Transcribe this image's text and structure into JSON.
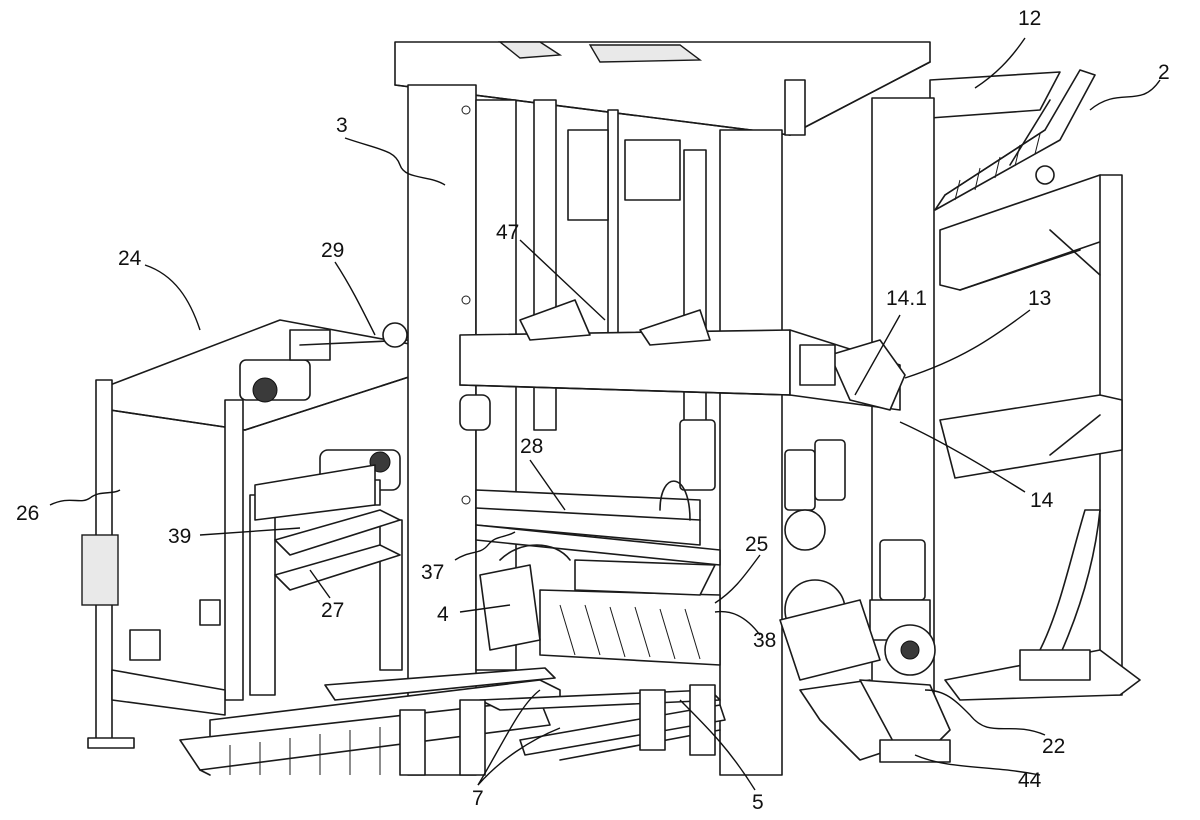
{
  "callouts": [
    {
      "id": "c12",
      "text": "12"
    },
    {
      "id": "c2",
      "text": "2"
    },
    {
      "id": "c3",
      "text": "3"
    },
    {
      "id": "c24",
      "text": "24"
    },
    {
      "id": "c29",
      "text": "29"
    },
    {
      "id": "c47",
      "text": "47"
    },
    {
      "id": "c14_1",
      "text": "14.1"
    },
    {
      "id": "c13",
      "text": "13"
    },
    {
      "id": "c28",
      "text": "28"
    },
    {
      "id": "c14",
      "text": "14"
    },
    {
      "id": "c26",
      "text": "26"
    },
    {
      "id": "c39",
      "text": "39"
    },
    {
      "id": "c25",
      "text": "25"
    },
    {
      "id": "c37",
      "text": "37"
    },
    {
      "id": "c27",
      "text": "27"
    },
    {
      "id": "c4",
      "text": "4"
    },
    {
      "id": "c38",
      "text": "38"
    },
    {
      "id": "c22",
      "text": "22"
    },
    {
      "id": "c44",
      "text": "44"
    },
    {
      "id": "c7",
      "text": "7"
    },
    {
      "id": "c5",
      "text": "5"
    }
  ]
}
